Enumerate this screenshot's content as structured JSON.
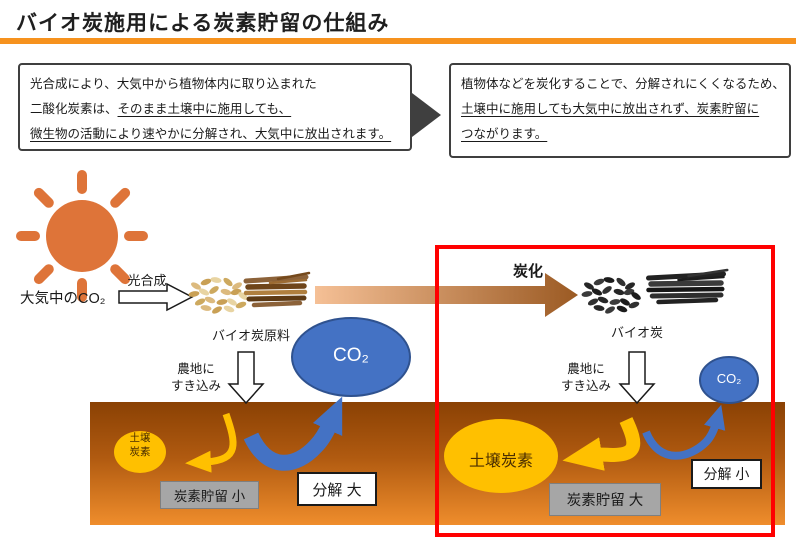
{
  "title": "バイオ炭施用による炭素貯留の仕組み",
  "colors": {
    "title_bar_orange": "#F6921E",
    "sun_orange": "#DE7439",
    "carbonization_arrow_start": "#F5C096",
    "carbonization_arrow_end": "#9B5A23",
    "co2_blue": "#4472C4",
    "co2_blue_border": "#2F528F",
    "soil_carbon_yellow": "#FFC000",
    "soil_top_brown": "#8A4104",
    "soil_bottom_orange": "#EF8D2C",
    "gray_tag": "#A6A6A6",
    "highlight_red": "#FF0000"
  },
  "info_boxes": {
    "left": {
      "line1": "光合成により、大気中から植物体内に取り込まれた",
      "line2_normal": "二酸化炭素は、",
      "line2_underlined": "そのまま土壌中に施用しても、",
      "line3_underlined": "微生物の活動により速やかに分解され、大気中に放出されます。"
    },
    "right": {
      "line1": "植物体などを炭化することで、分解されにくくなるため、",
      "line2_underlined": "土壌中に施用しても大気中に放出されず、炭素貯留に",
      "line3_underlined": "つながります。"
    }
  },
  "diagram": {
    "atmos_co2_label": "大気中のCO₂",
    "photosynthesis_label": "光合成",
    "feedstock_label": "バイオ炭原料",
    "carbonization_label": "炭化",
    "biochar_label": "バイオ炭",
    "left_process": {
      "plow_line1": "農地に",
      "plow_line2": "すき込み",
      "co2_bubble": "CO₂",
      "soil_carbon_line1": "土壌",
      "soil_carbon_line2": "炭素",
      "decomposition_label": "分解 大",
      "storage_label": "炭素貯留 小"
    },
    "right_process": {
      "plow_line1": "農地に",
      "plow_line2": "すき込み",
      "co2_bubble": "CO₂",
      "soil_carbon": "土壌炭素",
      "decomposition_label": "分解 小",
      "storage_label": "炭素貯留 大"
    }
  }
}
